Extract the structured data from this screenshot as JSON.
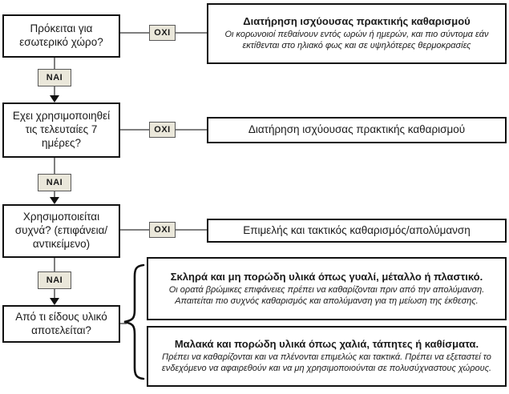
{
  "diagram": {
    "title_hint": "COVID cleaning decision flowchart (Greek)",
    "yes_label": "ΝΑΙ",
    "no_label": "ΟΧΙ",
    "steps": [
      {
        "question": "Πρόκειται για εσωτερικό χώρο?",
        "no_outcome": {
          "title": "Διατήρηση ισχύουσας πρακτικής καθαρισμού",
          "detail": "Οι κορωνοιοί πεθαίνουν εντός ωρών ή ημερών, και πιο σύντομα εάν εκτίθενται στο ηλιακό φως και σε υψηλότερες θερμοκρασίες"
        }
      },
      {
        "question": "Εχει χρησιμοποιηθεί τις τελευταίες 7 ημέρες?",
        "no_outcome": {
          "title": "Διατήρηση ισχύουσας πρακτικής καθαρισμού"
        }
      },
      {
        "question": "Χρησιμοποιείται συχνά? (επιφάνεια/ αντικείμενο)",
        "no_outcome": {
          "title": "Επιμελής και τακτικός καθαρισμός/απολύμανση"
        }
      },
      {
        "question": "Από τι είδους υλικό αποτελείται?",
        "material_outcomes": [
          {
            "title": "Σκληρά και μη πορώδη υλικά όπως γυαλί, μέταλλο ή πλαστικό.",
            "detail": "Οι ορατά βρώμικες επιφάνειες πρέπει να καθαρίζονται πριν από την απολύμανση. Απαιτείται πιο συχνός καθαρισμός και απολύμανση για τη μείωση της έκθεσης."
          },
          {
            "title": "Μαλακά και πορώδη υλικά όπως χαλιά, τάπητες ή καθίσματα.",
            "detail": "Πρέπει να καθαρίζονται και να πλένονται επιμελώς και τακτικά. Πρέπει να εξεταστεί το ενδεχόμενο να αφαιρεθούν και να μη χρησιμοποιούνται σε πολυσύχναστους χώρους."
          }
        ]
      }
    ]
  },
  "colors": {
    "badge_fill": "#EAE7DA",
    "badge_border": "#595959",
    "connector": "#7F7F7F",
    "box_border": "#111111",
    "background": "#FFFFFF"
  }
}
